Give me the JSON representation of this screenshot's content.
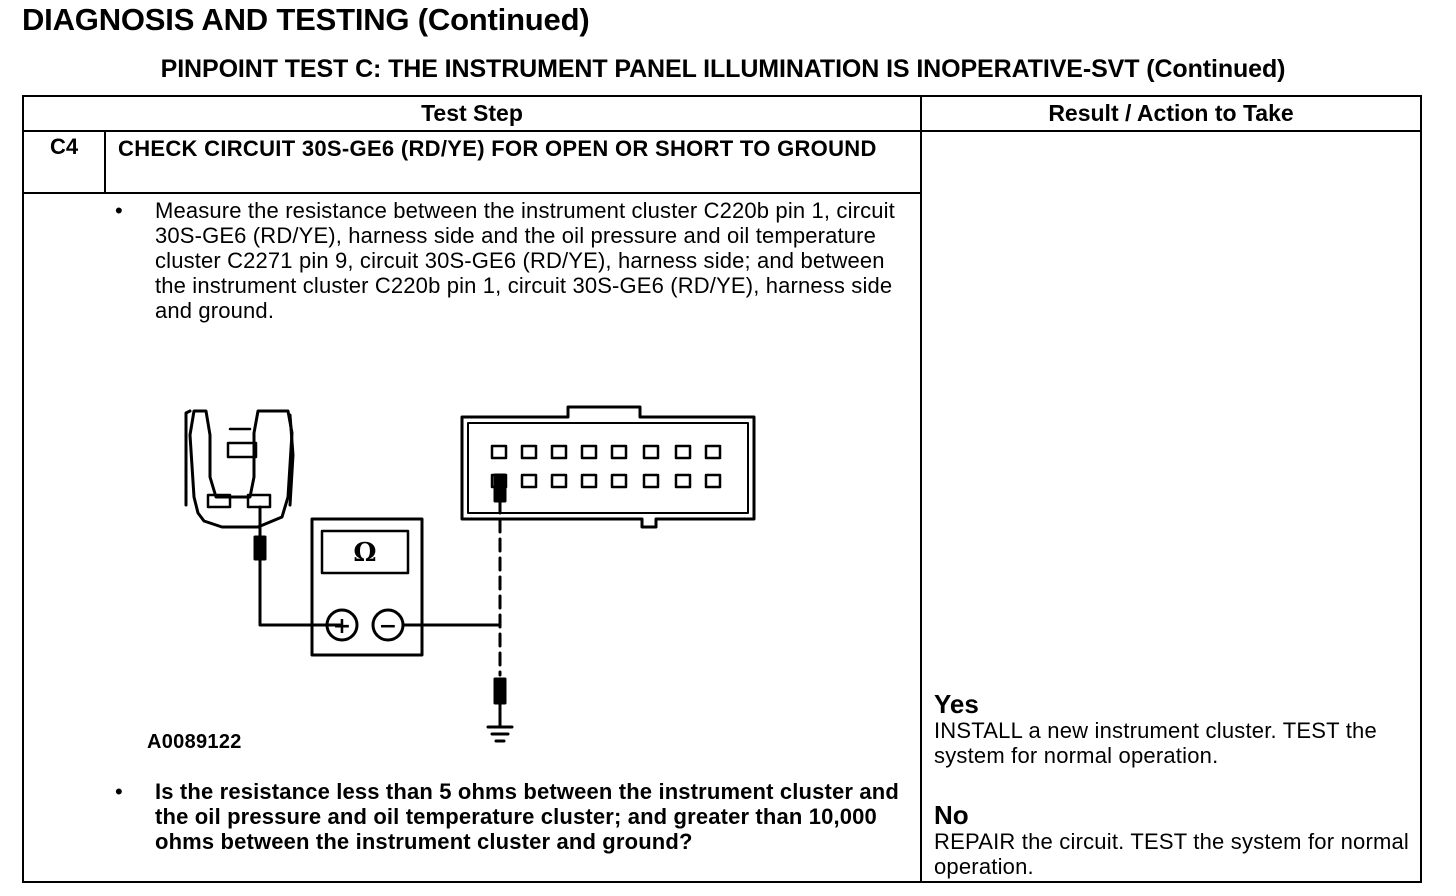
{
  "header": {
    "title": "DIAGNOSIS AND TESTING (Continued)",
    "subtitle": "PINPOINT TEST C: THE INSTRUMENT PANEL ILLUMINATION IS INOPERATIVE-SVT (Continued)"
  },
  "table": {
    "columns": [
      "Test Step",
      "Result / Action to Take"
    ],
    "step": {
      "id": "C4",
      "title": "CHECK CIRCUIT 30S-GE6 (RD/YE) FOR OPEN OR SHORT TO GROUND",
      "bullet": "•",
      "instruction": "Measure the resistance between the instrument cluster C220b pin 1, circuit 30S-GE6 (RD/YE), harness side and the oil pressure and oil temperature cluster C2271 pin 9, circuit 30S-GE6 (RD/YE), harness side; and between the instrument cluster  C220b pin 1, circuit 30S-GE6 (RD/YE), harness side and ground.",
      "figure_id": "A0089122",
      "meter_symbol": "Ω",
      "plus_symbol": "+",
      "minus_symbol": "−",
      "question": "Is the resistance less than 5 ohms between the instrument cluster and the oil pressure and oil temperature cluster; and greater than 10,000 ohms between the instrument cluster and ground?"
    },
    "results": {
      "yes": {
        "label": "Yes",
        "text": "INSTALL a new instrument cluster. TEST the system for normal operation."
      },
      "no": {
        "label": "No",
        "text": "REPAIR the circuit. TEST the system for normal operation."
      }
    }
  }
}
